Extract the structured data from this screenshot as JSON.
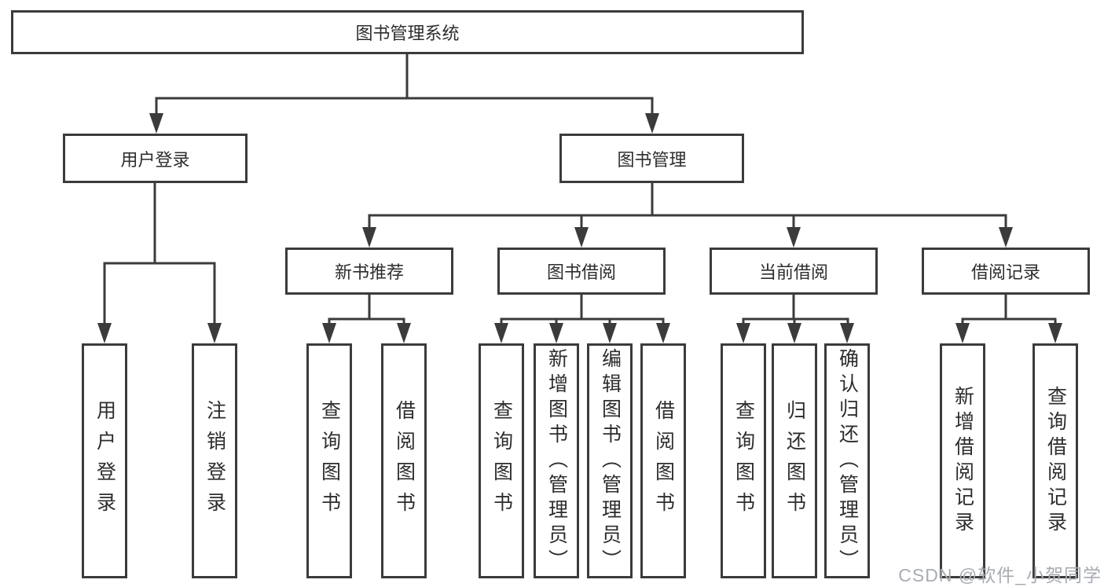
{
  "diagram": {
    "title": "图书管理系统",
    "type": "hierarchy-tree",
    "colors": {
      "line": "#3b3b3b",
      "text": "#2d2d2d",
      "box_bg": "#ffffff",
      "watermark": "#a8acb3"
    },
    "root": {
      "label": "图书管理系统"
    },
    "level2": [
      {
        "label": "用户登录",
        "parent": "图书管理系统"
      },
      {
        "label": "图书管理",
        "parent": "图书管理系统"
      }
    ],
    "level3": [
      {
        "label": "新书推荐",
        "parent": "图书管理"
      },
      {
        "label": "图书借阅",
        "parent": "图书管理"
      },
      {
        "label": "当前借阅",
        "parent": "图书管理"
      },
      {
        "label": "借阅记录",
        "parent": "图书管理"
      }
    ],
    "leaves": [
      {
        "label": "用户登录",
        "parent": "用户登录"
      },
      {
        "label": "注销登录",
        "parent": "用户登录"
      },
      {
        "label": "查询图书",
        "parent": "新书推荐"
      },
      {
        "label": "借阅图书",
        "parent": "新书推荐"
      },
      {
        "label": "查询图书",
        "parent": "图书借阅"
      },
      {
        "label": "新增图书（管理员）",
        "parent": "图书借阅"
      },
      {
        "label": "编辑图书（管理员）",
        "parent": "图书借阅"
      },
      {
        "label": "借阅图书",
        "parent": "图书借阅"
      },
      {
        "label": "查询图书",
        "parent": "当前借阅"
      },
      {
        "label": "归还图书",
        "parent": "当前借阅"
      },
      {
        "label": "确认归还（管理员）",
        "parent": "当前借阅"
      },
      {
        "label": "新增借阅记录",
        "parent": "借阅记录"
      },
      {
        "label": "查询借阅记录",
        "parent": "借阅记录"
      }
    ],
    "watermark": "CSDN @软件_小贺同学"
  }
}
